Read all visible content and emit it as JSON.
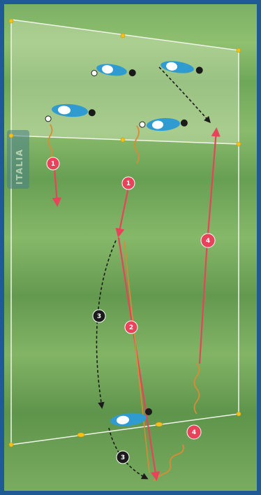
{
  "watermark": {
    "text": "ITALIA"
  },
  "colors": {
    "frame": "#1f5a94",
    "pitch_dark": "#5e9a4c",
    "pitch_light": "#8fc070",
    "field_lines": "#f2f5ea",
    "cone": "#f2c21a",
    "run_arrow": "#e8435a",
    "pass_arrow": "#1b1b1b",
    "dribble": "#d98b35",
    "player_kit": "#2f9bd0"
  },
  "action_markers": [
    {
      "id": "m1a",
      "label": "1"
    },
    {
      "id": "m1b",
      "label": "1"
    },
    {
      "id": "m2",
      "label": "2"
    },
    {
      "id": "m4a",
      "label": "4"
    },
    {
      "id": "m4b",
      "label": "4"
    },
    {
      "id": "m3a",
      "label": "3"
    },
    {
      "id": "m3b",
      "label": "3"
    }
  ],
  "players": [
    {
      "id": "p1",
      "role": "attacker"
    },
    {
      "id": "p2",
      "role": "attacker"
    },
    {
      "id": "p3",
      "role": "attacker"
    },
    {
      "id": "p4",
      "role": "attacker"
    },
    {
      "id": "p5",
      "role": "attacker"
    }
  ]
}
